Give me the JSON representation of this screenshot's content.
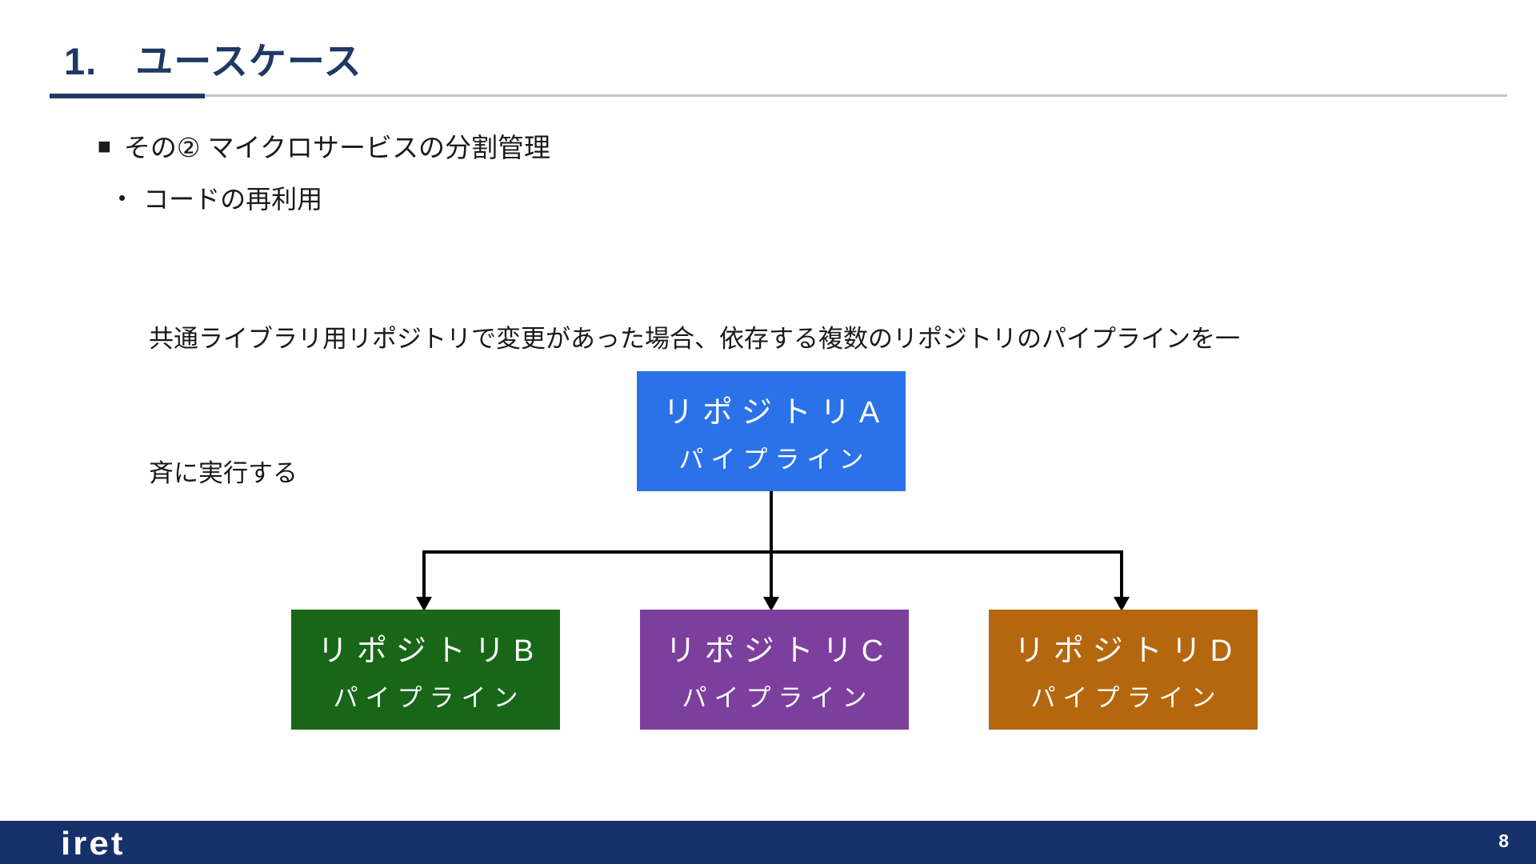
{
  "slide": {
    "title": "1.　ユースケース",
    "heading_marker": "■",
    "heading": "その② マイクロサービスの分割管理",
    "bullet_marker": "•",
    "bullet": "コードの再利用",
    "body_lines": [
      "共通ライブラリ用リポジトリで変更があった場合、依存する複数のリポジトリのパイプラインを一",
      "斉に実行する"
    ]
  },
  "diagram": {
    "root": {
      "name": "リポジトリA",
      "subtitle": "パイプライン",
      "color": "#2B72E8"
    },
    "children": [
      {
        "name": "リポジトリB",
        "subtitle": "パイプライン",
        "color": "#186618"
      },
      {
        "name": "リポジトリC",
        "subtitle": "パイプライン",
        "color": "#7C3F9D"
      },
      {
        "name": "リポジトリD",
        "subtitle": "パイプライン",
        "color": "#B4670E"
      }
    ],
    "connector_color": "#000000"
  },
  "footer": {
    "logo": "iret",
    "page_number": "8"
  },
  "colors": {
    "accent_navy": "#1F3864",
    "rule_gray": "#C4C4C4",
    "footer_bar": "#163169",
    "text": "#1A1A1A"
  }
}
